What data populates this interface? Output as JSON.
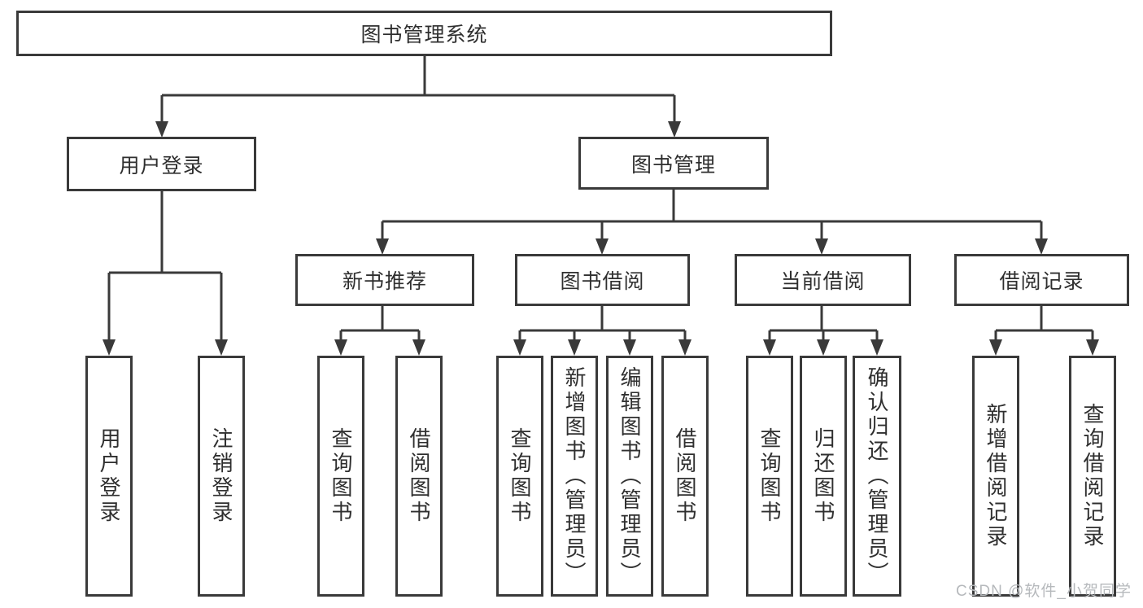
{
  "diagram": {
    "title": "图书管理系统",
    "nodes": {
      "root": {
        "label": "图书管理系统"
      },
      "user_login": {
        "label": "用户登录"
      },
      "book_management": {
        "label": "图书管理"
      },
      "new_book_recommend": {
        "label": "新书推荐"
      },
      "book_borrowing": {
        "label": "图书借阅"
      },
      "current_borrowing": {
        "label": "当前借阅"
      },
      "borrowing_records": {
        "label": "借阅记录"
      },
      "leaf_user_login": {
        "label": "用户登录"
      },
      "leaf_logout": {
        "label": "注销登录"
      },
      "leaf_query_books_recommend": {
        "label": "查询图书"
      },
      "leaf_borrow_books_recommend": {
        "label": "借阅图书"
      },
      "leaf_query_books_borrowing": {
        "label": "查询图书"
      },
      "leaf_add_books_admin": {
        "label": "新增图书（管理员）"
      },
      "leaf_edit_books_admin": {
        "label": "编辑图书（管理员）"
      },
      "leaf_borrow_books_borrowing": {
        "label": "借阅图书"
      },
      "leaf_query_books_current": {
        "label": "查询图书"
      },
      "leaf_return_books": {
        "label": "归还图书"
      },
      "leaf_confirm_return_admin": {
        "label": "确认归还（管理员）"
      },
      "leaf_add_borrow_record": {
        "label": "新增借阅记录"
      },
      "leaf_query_borrow_record": {
        "label": "查询借阅记录"
      }
    }
  },
  "watermark": {
    "text": "CSDN @软件_小贺同学"
  },
  "colors": {
    "line": "#3a3a3a",
    "text": "#2f2f2f",
    "box_background": "#ffffff",
    "page_background": "#ffffff",
    "watermark": "#b6b9bc"
  }
}
